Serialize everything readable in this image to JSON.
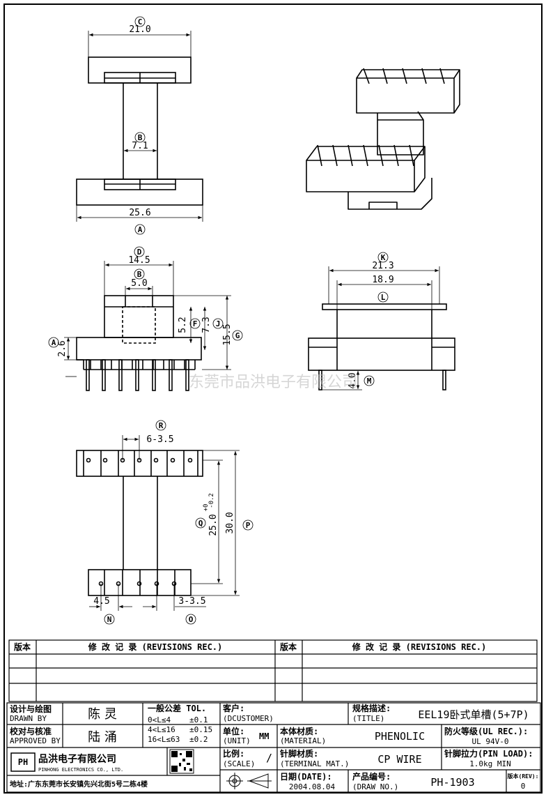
{
  "views": {
    "top": {
      "label_top": "C",
      "dim_top": "21.0",
      "label_mid": "B",
      "dim_mid": "7.1",
      "dim_bottom": "25.6",
      "label_bottom": "A"
    },
    "front": {
      "label_d": "D",
      "dim_d": "14.5",
      "label_b": "B",
      "dim_b": "5.0",
      "dim_a": "2.6",
      "label_a": "A",
      "dim_f": "5.2",
      "label_f": "F",
      "dim_j": "7.3",
      "label_j": "J",
      "dim_g": "15.5",
      "label_g": "G"
    },
    "side": {
      "label_k": "K",
      "dim_k": "21.3",
      "dim_l": "18.9",
      "label_l": "L",
      "dim_m": "4.0",
      "label_m": "M"
    },
    "bottom": {
      "label_r": "R",
      "dim_r": "6-3.5",
      "dim_q": "25.0",
      "tol_q_plus": "+0",
      "tol_q_minus": "-0.2",
      "label_q": "Q",
      "dim_p": "30.0",
      "label_p": "P",
      "dim_n": "4.5",
      "label_n": "N",
      "dim_o": "3-3.5",
      "label_o": "O"
    }
  },
  "watermark": "东莞市品洪电子有限公司",
  "revisions": {
    "col_ver": "版本",
    "col_rec": "修 改 记 录 (REVISIONS REC.)"
  },
  "title_block": {
    "designed_by_label": "设计与绘图",
    "designed_by_label_en": "DRAWN BY",
    "designed_by": "陈 灵",
    "approved_by_label": "校对与核准",
    "approved_by_label_en": "APPROVED BY",
    "approved_by": "陆 涌",
    "tol_title": "一般公差 TOL.",
    "tol_rows": [
      {
        "range": "0<L≤4",
        "tol": "±0.1"
      },
      {
        "range": "4<L≤16",
        "tol": "±0.15"
      },
      {
        "range": "16<L≤63",
        "tol": "±0.2"
      }
    ],
    "customer_label": "客户:",
    "customer_label_en": "(DCUSTOMER)",
    "title_label": "规格描述:",
    "title_label_en": "(TITLE)",
    "title_value": "EEL19卧式单槽(5+7P)",
    "unit_label": "单位:",
    "unit_label_en": "(UNIT)",
    "unit_value": "MM",
    "material_label": "本体材质:",
    "material_label_en": "(MATERIAL)",
    "material_value": "PHENOLIC",
    "ul_label": "防火等级(UL REC.):",
    "ul_value": "UL 94V-0",
    "scale_label": "比例:",
    "scale_label_en": "(SCALE)",
    "scale_value": "/",
    "terminal_label": "针脚材质:",
    "terminal_label_en": "(TERMINAL MAT.)",
    "terminal_value": "CP WIRE",
    "pinload_label": "针脚拉力(PIN LOAD):",
    "pinload_value": "1.0kg MIN",
    "date_label": "日期(DATE):",
    "date_value": "2004.08.04",
    "drawno_label": "产品编号:",
    "drawno_label_en": "(DRAW NO.)",
    "drawno_value": "PH-1903",
    "rev_label": "版本(REV):",
    "rev_value": "0",
    "company_cn": "品洪电子有限公司",
    "company_en": "PINHONG ELECTRONICS CO., LTD.",
    "logo_text": "PH",
    "address": "地址:广东东莞市长安镇先兴北街5号二栋4楼"
  }
}
